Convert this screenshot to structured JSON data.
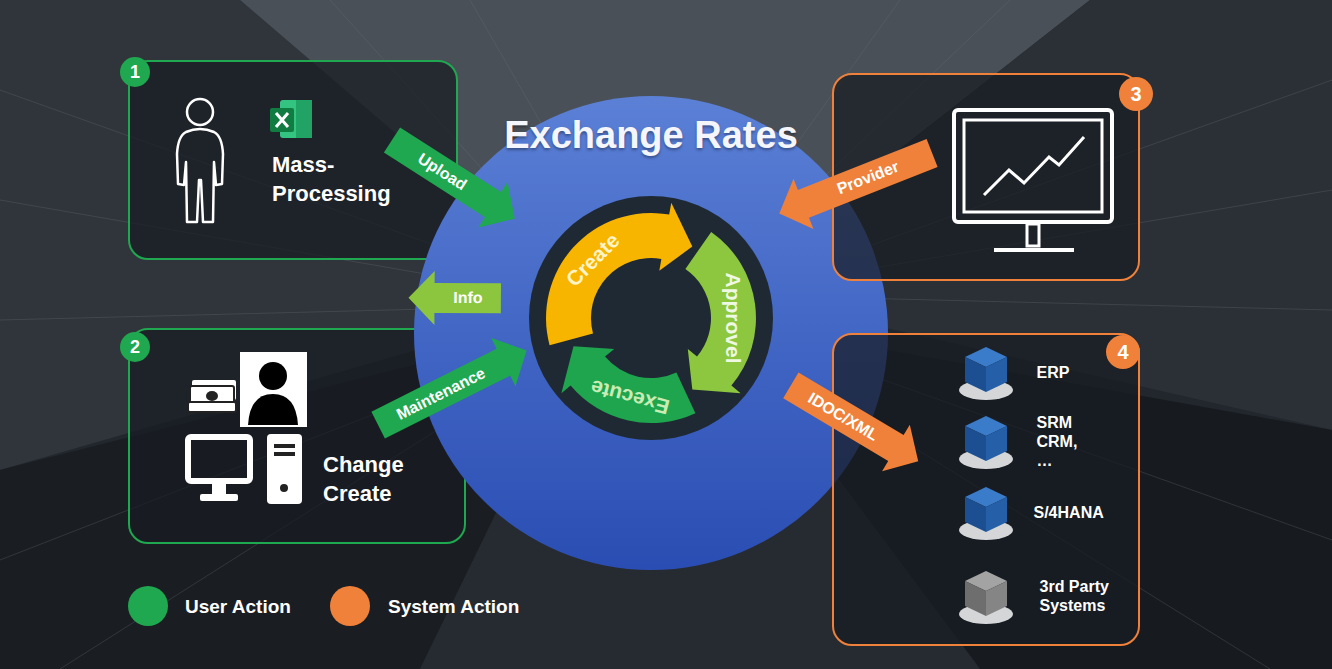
{
  "diagram": {
    "nodes": [
      {
        "text": [
          "1",
          "Mass- Processing"
        ]
      },
      {
        "text": [
          "2",
          "Change Create"
        ]
      },
      {
        "text": [
          "Exchange Rates"
        ]
      },
      {
        "text": [
          "Create"
        ],
        "in": 2
      },
      {
        "text": [
          "Approvel"
        ],
        "in": 2
      },
      {
        "text": [
          "Execute"
        ],
        "in": 2
      },
      {
        "text": [
          "3"
        ]
      },
      {
        "text": [
          "4"
        ]
      },
      {
        "text": [
          "ERP"
        ],
        "in": 7
      },
      {
        "text": [
          "SRM CRM, …"
        ],
        "in": 7
      },
      {
        "text": [
          "S/4HANA"
        ],
        "in": 7
      },
      {
        "text": [
          "3rd Party Systems"
        ],
        "in": 7
      }
    ],
    "edges": [
      {
        "from": 0,
        "to": 2,
        "label": "Upload",
        "arrow": "to"
      },
      {
        "from": 2,
        "to": 1,
        "label": "Info",
        "arrow": "to"
      },
      {
        "from": 1,
        "to": 2,
        "label": "Maintenance",
        "arrow": "to"
      },
      {
        "from": 6,
        "to": 2,
        "label": "Provider",
        "arrow": "to"
      },
      {
        "from": 2,
        "to": 7,
        "label": "IDOC/XML",
        "arrow": "to"
      }
    ],
    "legend": [
      {
        "text": "User Action",
        "color": "#1fa84f"
      },
      {
        "text": "System Action",
        "color": "#f0813a"
      }
    ]
  }
}
